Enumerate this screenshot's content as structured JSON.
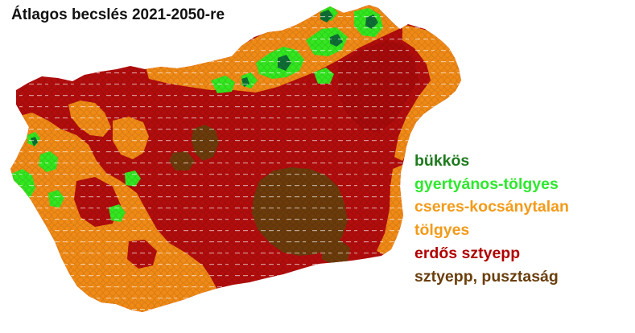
{
  "title": "Átlagos becslés 2021-2050-re",
  "legend": {
    "items": [
      {
        "label": "bükkös",
        "color": "#1e7a1e"
      },
      {
        "label": "gyertyános-tölgyes",
        "color": "#2ee82e"
      },
      {
        "label": "cseres-kocsánytalan",
        "color": "#f29b1a"
      },
      {
        "label": "tölgyes",
        "color": "#f29b1a"
      },
      {
        "label": "erdős sztyepp",
        "color": "#b00000"
      },
      {
        "label": "sztyepp, pusztaság",
        "color": "#6a3e0c"
      }
    ]
  },
  "map": {
    "classes": {
      "bukkos": "#0f6e35",
      "gyertyanos": "#33e61f",
      "cseres": "#f08a16",
      "erdos": "#b20d0d",
      "sztyepp": "#6b3b0b"
    }
  }
}
